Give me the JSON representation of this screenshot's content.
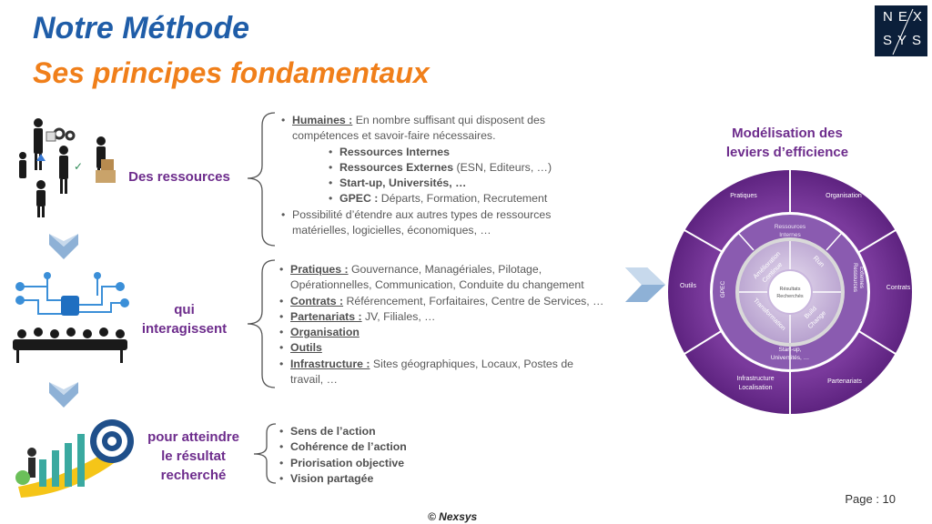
{
  "header": {
    "title": "Notre Méthode",
    "subtitle": "Ses principes fondamentaux"
  },
  "logo": {
    "line1": "NEX",
    "line2": "SYS"
  },
  "sections": {
    "resources_label": "Des ressources",
    "interact_label_1": "qui",
    "interact_label_2": "interagissent",
    "result_label_1": "pour atteindre",
    "result_label_2": "le résultat",
    "result_label_3": "recherché"
  },
  "block1": {
    "item1_head": "Humaines :",
    "item1_text": " En nombre suffisant qui disposent des",
    "item1_text2": "compétences et savoir-faire nécessaires.",
    "sub1": "Ressources Internes",
    "sub2_head": "Ressources Externes",
    "sub2_text": " (ESN, Editeurs, …)",
    "sub3": "Start-up, Universités, …",
    "sub4_head": "GPEC :",
    "sub4_text": " Départs, Formation, Recrutement",
    "item2_line1": "Possibilité d’étendre aux autres types de ressources",
    "item2_line2": "matérielles, logicielles, économiques, …"
  },
  "block2": {
    "p1_head": "Pratiques :",
    "p1_text": " Gouvernance, Managériales, Pilotage,",
    "p1_text2": "Opérationnelles, Communication, Conduite du changement",
    "p2_head": "Contrats :",
    "p2_text": " Référencement, Forfaitaires, Centre de Services, …",
    "p3_head": "Partenariats :",
    "p3_text": " JV, Filiales, …",
    "p4": "Organisation",
    "p5": "Outils",
    "p6_head": "Infrastructure :",
    "p6_text": " Sites géographiques, Locaux, Postes de",
    "p6_text2": "travail, …"
  },
  "block3": {
    "r1": "Sens de l’action",
    "r2": "Cohérence de l’action",
    "r3": "Priorisation objective",
    "r4": "Vision partagée"
  },
  "bullet": "•",
  "wheel": {
    "title_1": "Modélisation des",
    "title_2": "leviers d’efficience",
    "outer": {
      "pratiques": "Pratiques",
      "organisation": "Organisation",
      "contrats": "Contrats",
      "partenariats": "Partenariats",
      "infra_1": "Infrastructure",
      "infra_2": "Localisation",
      "outils": "Outils"
    },
    "middle": {
      "ri_1": "Ressources",
      "ri_2": "Internes",
      "re_1": "Ressources",
      "re_2": "Externes",
      "su_1": "Start-up,",
      "su_2": "Universités, …",
      "gpec": "GPEC"
    },
    "inner": {
      "amelioration_1": "Amélioration",
      "amelioration_2": "Continue",
      "run": "Run",
      "build_1": "Build",
      "build_2": "Change",
      "transformation": "Transformation"
    },
    "center_1": "Résultats",
    "center_2": "Recherchés",
    "colors": {
      "outer": "#6a2a8c",
      "middle": "#8a5bb0",
      "inner": "#c9b6dd",
      "center": "#ffffff"
    }
  },
  "footer": {
    "page": "Page : 10",
    "copyright": "© Nexsys"
  }
}
